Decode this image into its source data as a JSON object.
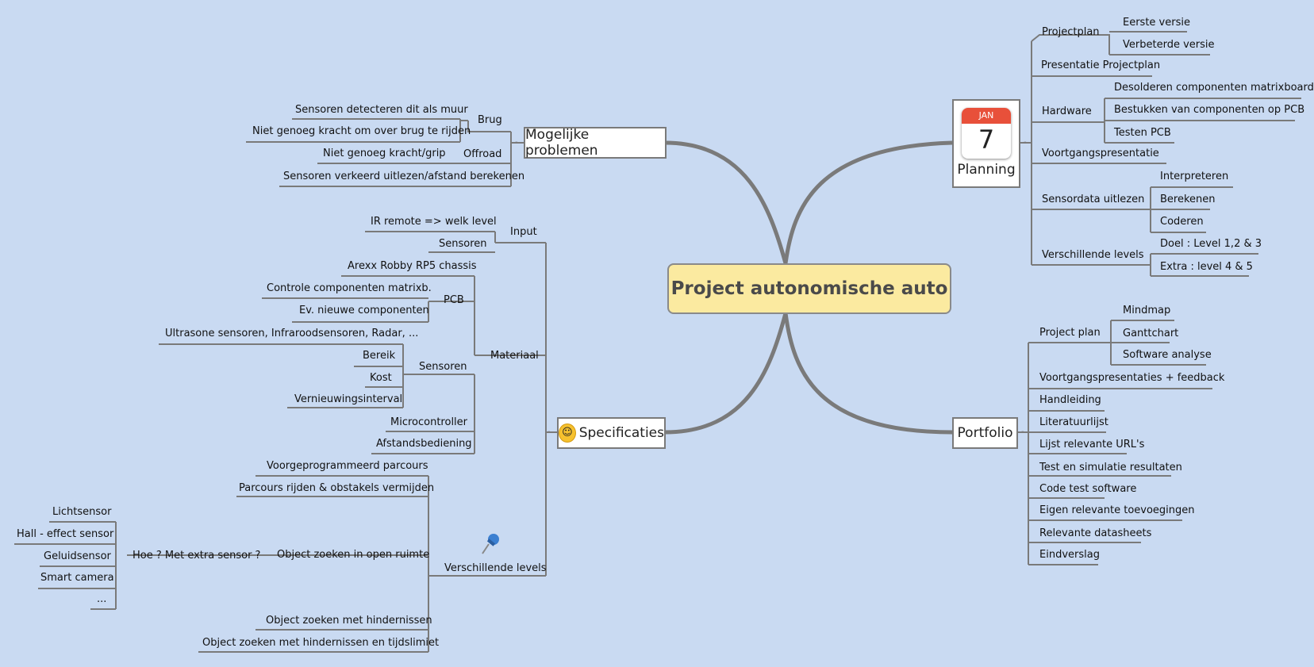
{
  "center": "Project autonomische auto",
  "planning": {
    "label": "Planning",
    "calendar_month": "JAN",
    "calendar_day": "7",
    "children": [
      {
        "label": "Projectplan",
        "children": [
          "Eerste versie",
          "Verbeterde versie"
        ]
      },
      {
        "label": "Presentatie Projectplan"
      },
      {
        "label": "Hardware",
        "children": [
          "Desolderen componenten matrixboard",
          "Bestukken van componenten op PCB",
          "Testen PCB"
        ]
      },
      {
        "label": "Voortgangspresentatie"
      },
      {
        "label": "Sensordata uitlezen",
        "children": [
          "Interpreteren",
          "Berekenen",
          "Coderen"
        ]
      },
      {
        "label": "Verschillende levels",
        "children": [
          "Doel : Level 1,2 & 3",
          "Extra : level 4 & 5"
        ]
      }
    ]
  },
  "portfolio": {
    "label": "Portfolio",
    "children": [
      {
        "label": "Project plan",
        "children": [
          "Mindmap",
          "Ganttchart",
          "Software analyse"
        ]
      },
      {
        "label": "Voortgangspresentaties + feedback"
      },
      {
        "label": "Handleiding"
      },
      {
        "label": "Literatuurlijst"
      },
      {
        "label": "Lijst relevante URL's"
      },
      {
        "label": "Test en simulatie resultaten"
      },
      {
        "label": "Code test software"
      },
      {
        "label": "Eigen relevante toevoegingen"
      },
      {
        "label": "Relevante datasheets"
      },
      {
        "label": "Eindverslag"
      }
    ]
  },
  "problemen": {
    "label": "Mogelijke problemen",
    "brug": "Brug",
    "brug_children": [
      "Sensoren detecteren dit als muur",
      "Niet genoeg kracht om over brug te rijden"
    ],
    "offroad": "Offroad",
    "offroad_children": [
      "Niet genoeg kracht/grip"
    ],
    "extra": "Sensoren verkeerd uitlezen/afstand berekenen"
  },
  "specificaties": {
    "label": "Specificaties",
    "input": "Input",
    "input_children": [
      "IR remote => welk level",
      "Sensoren"
    ],
    "materiaal": "Materiaal",
    "arexx": "Arexx Robby RP5 chassis",
    "pcb": "PCB",
    "pcb_children": [
      "Controle componenten matrixb.",
      "Ev. nieuwe componenten"
    ],
    "sensoren": "Sensoren",
    "ultrasone": "Ultrasone sensoren, Infraroodsensoren, Radar, ...",
    "sensoren_children": [
      "Bereik",
      "Kost",
      "Vernieuwingsinterval"
    ],
    "microcontroller": "Microcontroller",
    "afstandsbediening": "Afstandsbediening",
    "levels": "Verschillende levels",
    "voorgeprogrammeerd": "Voorgeprogrammeerd parcours",
    "parcours": "Parcours rijden & obstakels vermijden",
    "object_open": "Object zoeken in open ruimte",
    "hoe": "Hoe ? Met extra sensor ?",
    "hoe_children": [
      "Lichtsensor",
      "Hall - effect sensor",
      "Geluidsensor",
      "Smart camera",
      "..."
    ],
    "object_hind": "Object zoeken met hindernissen",
    "object_hind_tijd": "Object zoeken met hindernissen en tijdslimiet"
  },
  "colors": {
    "background": "#c9daf2",
    "center_fill": "#fbeaa0",
    "line": "#7a7a7a",
    "calendar_red": "#e8503a"
  },
  "fold_symbol": "-"
}
